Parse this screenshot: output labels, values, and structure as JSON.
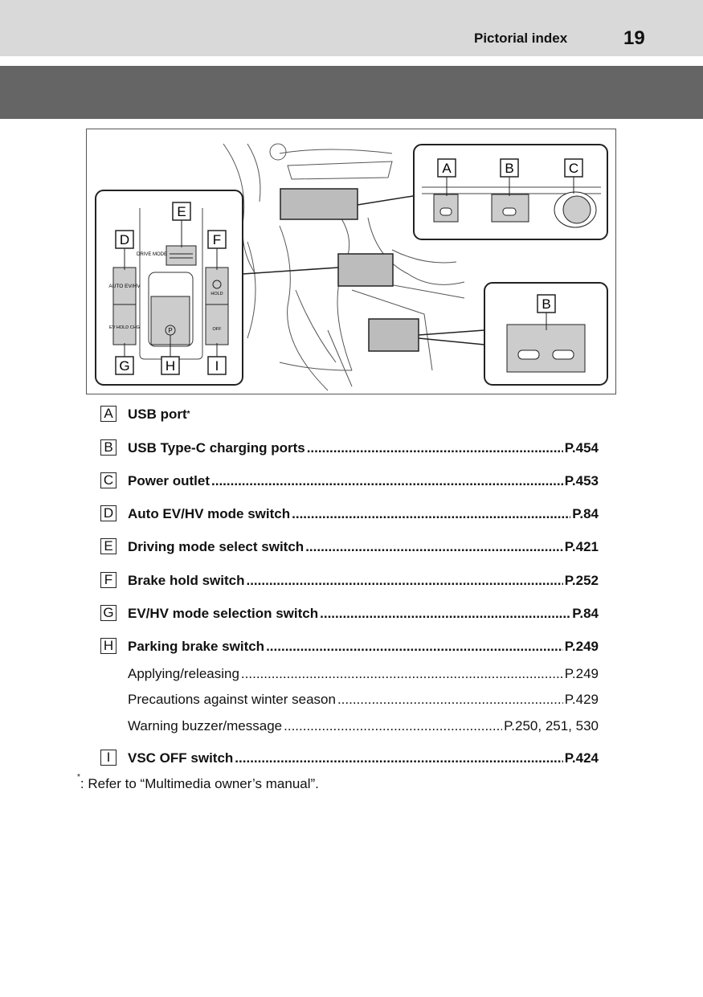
{
  "header": {
    "section": "Pictorial index",
    "page": "19"
  },
  "figure": {
    "callouts": [
      "A",
      "B",
      "C",
      "D",
      "E",
      "F",
      "G",
      "H",
      "I"
    ],
    "inset_b_label": "B",
    "switch_labels": {
      "drive_mode": "DRIVE MODE",
      "auto_ev_hv": "AUTO EV/HV",
      "ev_hold_chg": "EV HOLD CHG",
      "hold": "HOLD",
      "off": "OFF",
      "parking": "P"
    }
  },
  "items": [
    {
      "letter": "A",
      "label": "USB port",
      "sup": "*",
      "page": ""
    },
    {
      "letter": "B",
      "label": "USB Type-C charging ports",
      "page": "P.454"
    },
    {
      "letter": "C",
      "label": "Power outlet",
      "page": "P.453"
    },
    {
      "letter": "D",
      "label": "Auto EV/HV mode switch",
      "page": "P.84"
    },
    {
      "letter": "E",
      "label": "Driving mode select switch",
      "page": "P.421"
    },
    {
      "letter": "F",
      "label": "Brake hold switch",
      "page": "P.252"
    },
    {
      "letter": "G",
      "label": "EV/HV mode selection switch",
      "page": "P.84"
    },
    {
      "letter": "H",
      "label": "Parking brake switch",
      "page": "P.249"
    },
    {
      "letter": "I",
      "label": "VSC OFF switch",
      "page": "P.424"
    }
  ],
  "sub_items": [
    {
      "label": "Applying/releasing",
      "page": "P.249"
    },
    {
      "label": "Precautions against winter season",
      "page": "P.429"
    },
    {
      "label": "Warning buzzer/message",
      "page": "P.250, 251, 530"
    }
  ],
  "footnote": {
    "mark": "*",
    "text": ": Refer to “Multimedia owner’s manual”."
  }
}
